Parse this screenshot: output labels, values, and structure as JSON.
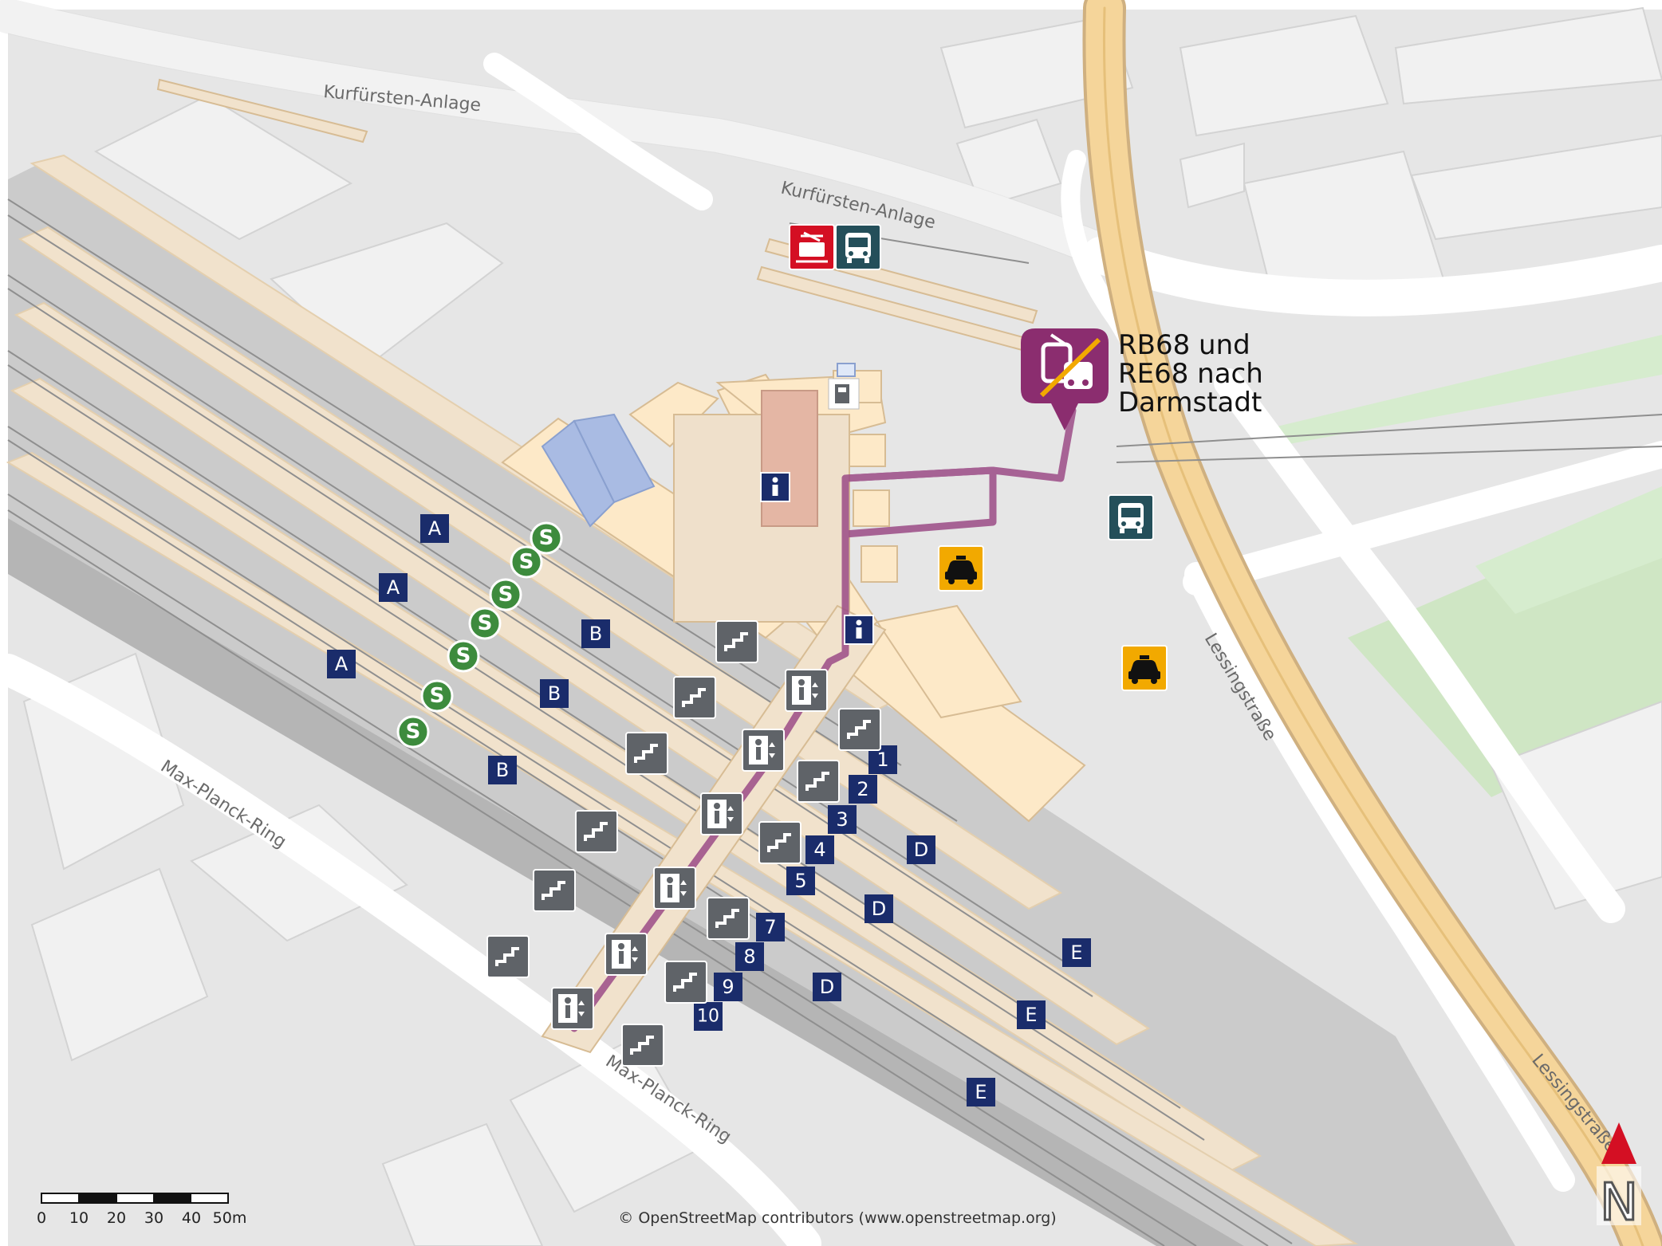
{
  "streets": {
    "kurfuersten_1": "Kurfürsten-Anlage",
    "kurfuersten_2": "Kurfürsten-Anlage",
    "lessing_1": "Lessingstraße",
    "lessing_2": "Lessingstraße",
    "maxplanck_1": "Max-Planck-Ring",
    "maxplanck_2": "Max-Planck-Ring"
  },
  "callout": {
    "line1": "RB68 und",
    "line2": "RE68 nach",
    "line3": "Darmstadt",
    "icon": "rail-replacement-bus-icon",
    "color": "#8b2d6f"
  },
  "sector_labels": {
    "a": "A",
    "b": "B",
    "d": "D",
    "e": "E"
  },
  "tracks": [
    "1",
    "2",
    "3",
    "4",
    "5",
    "7",
    "8",
    "9",
    "10"
  ],
  "scalebar": {
    "ticks": [
      "0",
      "10",
      "20",
      "30",
      "40",
      "50m"
    ]
  },
  "attribution": "© OpenStreetMap contributors (www.openstreetmap.org)",
  "north_label": "N",
  "colors": {
    "platform": "#f1e2cc",
    "building": "#fde9c8",
    "track_bed": "#c7c7c7",
    "icon_bg": "#5f6368",
    "sector_bg": "#1a2c6b",
    "sbahn": "#3d8b3d",
    "taxi": "#f2a900",
    "tram": "#d40f23",
    "bus": "#244f5a",
    "path": "#9b4b86",
    "highway": "#f5d59a",
    "green": "#cfe6c4"
  }
}
